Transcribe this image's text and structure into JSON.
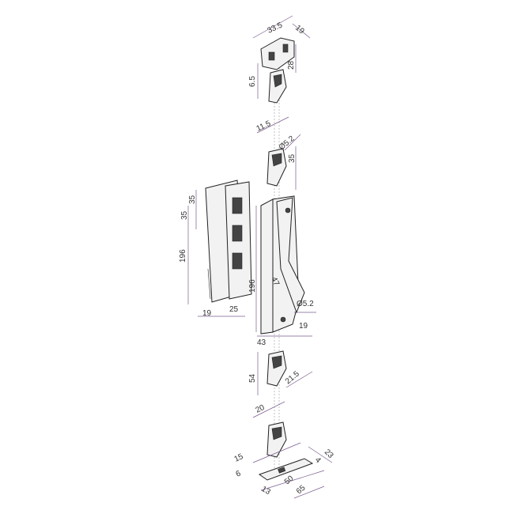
{
  "dimensions": {
    "keep_width": "33.5",
    "keep_depth": "19",
    "keep_height": "28",
    "top_guide_offset": "6.5",
    "guide_offset": "11.5",
    "guide_hole": "Ø5.2",
    "guide_height": "35",
    "gear_pitch_1": "35",
    "gear_pitch_2": "35",
    "gear_length": "196",
    "gear_width": "19",
    "gear_depth": "25",
    "handle_length": "196",
    "handle_lever": "47",
    "handle_hole": "Ø5.2",
    "handle_width": "43",
    "handle_depth": "19",
    "lower_guide_height": "54",
    "lower_guide_offset": "21.5",
    "bottom_guide_offset": "20",
    "plate_width": "15",
    "plate_depth": "23",
    "plate_thickness": "4",
    "plate_edge": "6",
    "plate_hole_spacing": "50",
    "plate_hole_offset": "13",
    "plate_length": "65"
  },
  "colors": {
    "dimension_line": "#7a5c8f",
    "outline": "#222222"
  }
}
